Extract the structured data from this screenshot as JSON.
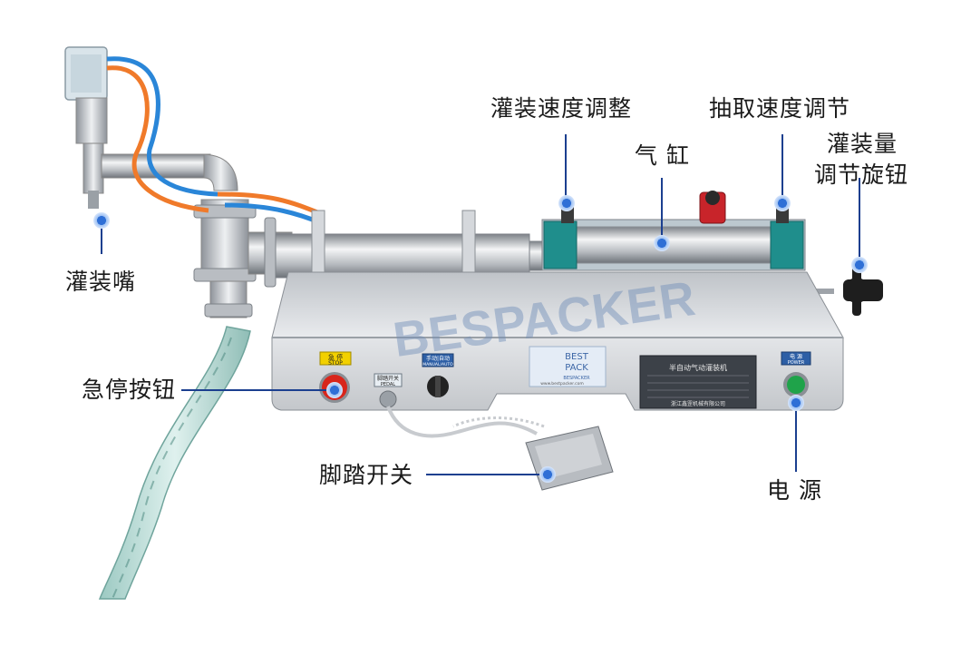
{
  "callouts": {
    "nozzle": "灌装嘴",
    "estop": "急停按钮",
    "pedal": "脚踏开关",
    "fill_speed": "灌装速度调整",
    "cylinder": "气 缸",
    "draw_speed": "抽取速度调节",
    "volume_knob_line1": "灌装量",
    "volume_knob_line2": "调节旋钮",
    "power": "电 源"
  },
  "machine": {
    "watermark": "BESPACKER",
    "stop_label_cn": "急 停",
    "stop_label_en": "STOP",
    "pedal_label_cn": "脚踏开关",
    "pedal_label_en": "PEDAL",
    "mode_label_cn": "手动|自动",
    "mode_label_en": "MANUAL/AUTO",
    "power_label_cn": "电 源",
    "power_label_en": "POWER",
    "logo_line1": "BEST",
    "logo_line2": "PACK",
    "logo_sub": "BESPACKER",
    "nameplate_title": "半自动气动灌装机",
    "nameplate_footer": "浙江鑫罡机械有限公司",
    "website": "www.bestpacker.com"
  },
  "colors": {
    "callout_dot": "#2f6fd6",
    "callout_line": "#1b3f8f",
    "estop_red": "#d8261c",
    "power_green": "#1fa34a",
    "steel": "#c9ccd0"
  }
}
